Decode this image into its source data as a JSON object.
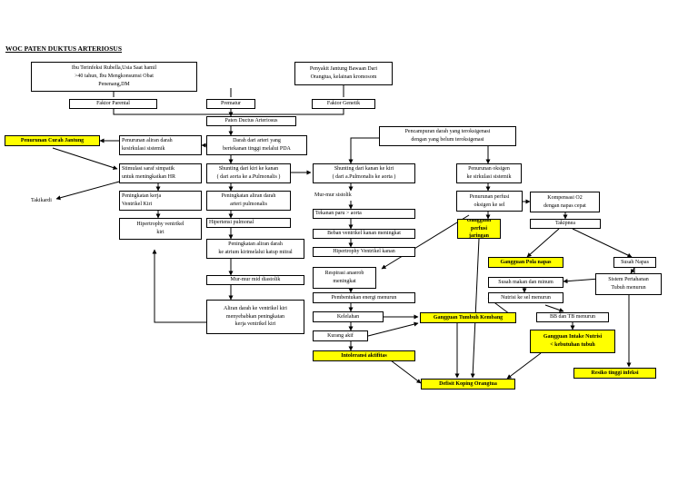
{
  "title": "WOC PATEN DUKTUS ARTERIOSUS",
  "nodes": {
    "n_ibu": "Ibu  Terinfeksi Rubella,Usia Saat hamil\n>40 tahun, Ibu Mengkonsumsi Obat\nPenenang,DM",
    "n_pjb": "Penyakit Jantung Bawaan Dari\nOrangtua, kelainan kromosom",
    "n_fp": "Faktor Parental",
    "n_prem": "Prematur",
    "n_fg": "Faktor Genetik",
    "n_pda": "Paten Ductus Arteriosus",
    "n_pcj": "Penurunan Curah Jantung",
    "n_pal": "Penurunan aliran darah\nkesirkulasi sistemik",
    "n_dda": "Darah dari arteri yang\nbertekanan tinggi melalui PDA",
    "n_pcm": "Pencampuran darah yang teroksigenasi\ndengan yang belum teroksigenasi",
    "n_sss": "Stimulasi saraf simpatik\nuntuk meningkatkan HR",
    "n_skk": "Shunting dari kiri ke kanan\n( dari aorta ke a.Pulmonalis )",
    "n_skn": "Shunting dari kanan ke  kiri\n( dari a.Pulmonalis ke aorta   )",
    "n_pok": "Penurunan oksigen\nke sirkulasi sistemik",
    "n_tak": "Takikardi",
    "n_pkv": "Peningkatan kerja\nVentrikel Kiri",
    "n_pap": "Peningkatan aliran darah\narteri pulmonalis",
    "n_mms": "Mur-mur sistolik",
    "n_ppo": "Penurunan perfusi\noksigen ke sel",
    "n_ko2": "Kompensasi O2\ndengan napas cepat",
    "n_tpa": "Tekanan paru > aorta",
    "n_gpj": "Gangguan perfusi\njaringan",
    "n_tkp": "Takipnea",
    "n_hvk": "Hipertrophy ventrikel\nkiri",
    "n_hpl": "Hipertensi pulmonal",
    "n_bvk": "Beban ventrikel kanan meningkat",
    "n_pak": "Peningkatan aliran darah\nke atrium kirimelalui katup mitral",
    "n_hvn": "Hipertrophy Ventrikel kanan",
    "n_gpn": "Gangguan Pola napas",
    "n_sns": "Susah Napas",
    "n_ran": "Respirasi anaerob\nmeningkat",
    "n_smm": "Susah makan dan minum",
    "n_stp": "Sistem Pertahanan\nTubuh menurun",
    "n_mmd": "Mur-mur mid diastolik",
    "n_pem": "Pembentukan energi menurun",
    "n_nks": "Nutrisi ke sel menurun",
    "n_adk": "Aliran darah ke ventrikel kiri\nmenyebabkan peningkatan\nkerja ventrikel kiri",
    "n_kel": "Kelelahan",
    "n_gtk": "Gangguan Tumbuh Kembang",
    "n_bbt": "BB dan TB menurun",
    "n_kak": "Kurang akif",
    "n_gin": "Gangguan Intake Nutrisi\n< kebutuhan tubuh",
    "n_ina": "Intoleransi aktifitas",
    "n_dko": "Defisit Koping Orangtua",
    "n_rti": "Resiko tinggi infeksi"
  }
}
